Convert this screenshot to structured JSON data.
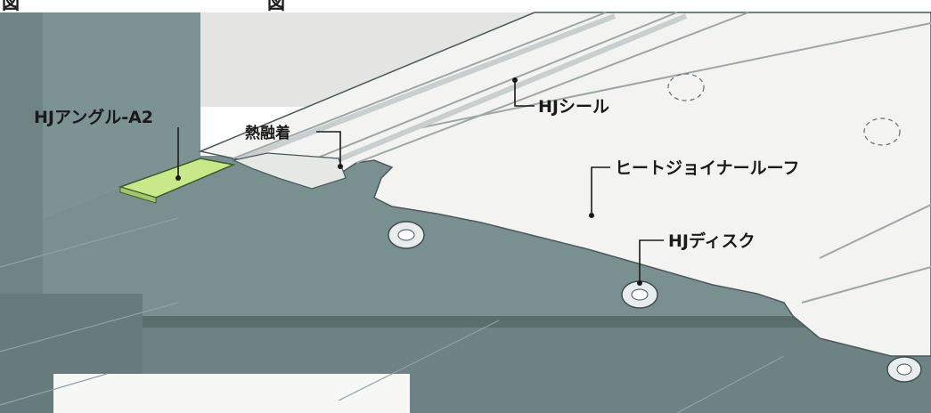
{
  "header": {
    "glyph": "図",
    "tail": "図"
  },
  "labels": {
    "angle": "HJアングル-A2",
    "heat_weld": "熱融着",
    "seal": "HJシール",
    "roof": "ヒートジョイナールーフ",
    "disk": "HJディスク"
  },
  "colors": {
    "concrete": "#7a8f8f",
    "concrete_dark": "#5c7070",
    "sheet": "#f3f3f1",
    "angle_accent": "#c8e88a"
  }
}
